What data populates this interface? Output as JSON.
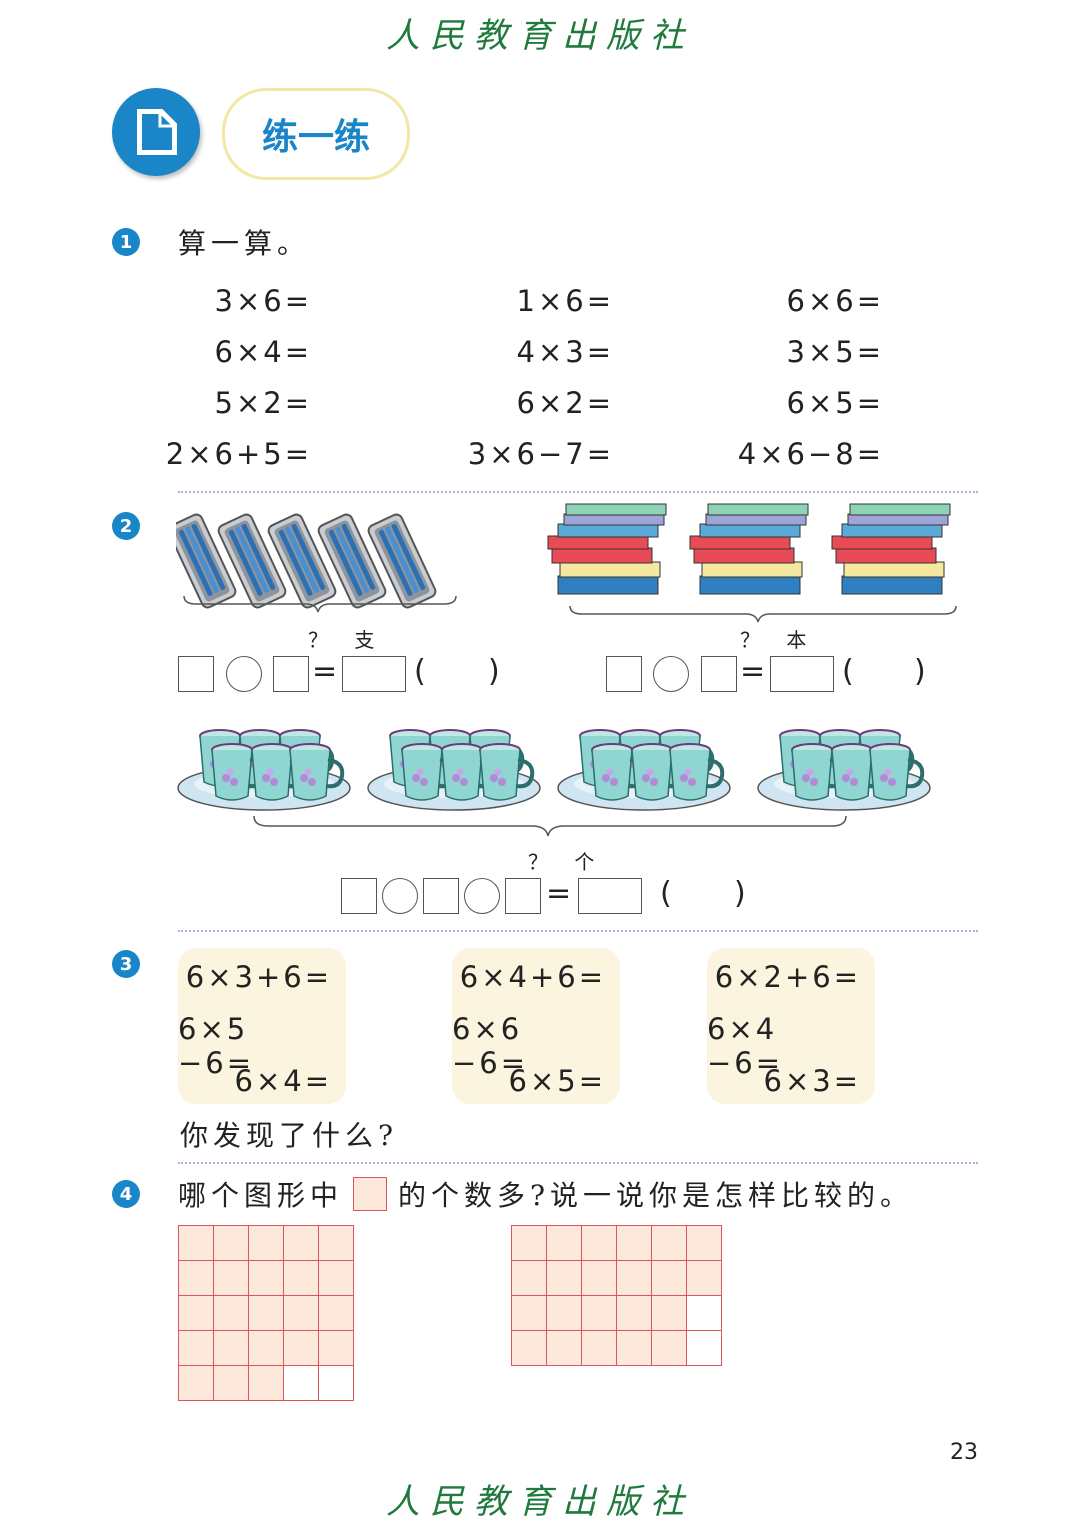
{
  "publisher": "人民教育出版社",
  "header": {
    "title": "练一练",
    "icon": "document-icon"
  },
  "colors": {
    "accent": "#1a86c8",
    "publisher": "#1f7a3c",
    "grid_line": "#e0545e",
    "grid_fill": "#fde9dc",
    "panel": "#fbf4de"
  },
  "q1": {
    "num": "1",
    "prompt": "算一算。",
    "rows": [
      [
        "3×6=",
        "1×6=",
        "6×6="
      ],
      [
        "6×4=",
        "4×3=",
        "3×5="
      ],
      [
        "5×2=",
        "6×2=",
        "6×5="
      ],
      [
        "2×6+5=",
        "3×6−7=",
        "4×6−8="
      ]
    ]
  },
  "q2": {
    "num": "2",
    "pens_label": "？ 支",
    "books_label": "？ 本",
    "cups_label": "？ 个",
    "equals": "=",
    "paren_open": "(",
    "paren_close": ")"
  },
  "q3": {
    "num": "3",
    "groups": [
      [
        "6×3+6=",
        "6×5 −6=",
        "6×4="
      ],
      [
        "6×4+6=",
        "6×6 −6=",
        "6×5="
      ],
      [
        "6×2+6=",
        "6×4 −6=",
        "6×3="
      ]
    ],
    "question": "你发现了什么?"
  },
  "q4": {
    "num": "4",
    "prompt_a": "哪个图形中",
    "prompt_b": "的个数多?说一说你是怎样比较的。",
    "grid_a": {
      "rows": 5,
      "cols": 5,
      "filled": 23
    },
    "grid_b": {
      "rows": 4,
      "cols": 6,
      "filled": 22
    }
  },
  "page_number": "23"
}
